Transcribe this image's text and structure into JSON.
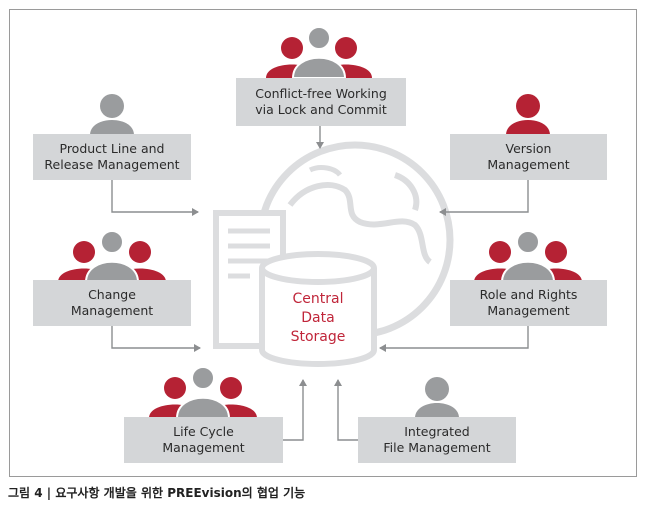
{
  "boxes": {
    "conflict": "Conflict-free Working\nvia Lock and Commit",
    "product_line": "Product Line and\nRelease Management",
    "version": "Version\nManagement",
    "change": "Change\nManagement",
    "role_rights": "Role and Rights\nManagement",
    "life_cycle": "Life Cycle\nManagement",
    "integrated_file": "Integrated\nFile Management"
  },
  "center": "Central\nData\nStorage",
  "caption": "그림 4 | 요구사항 개발을 위한 PREEvision의 협업 기능",
  "colors": {
    "red": "#b52234",
    "grey_person": "#9a9c9e",
    "box_bg": "#d4d6d8",
    "line": "#dcdddf",
    "arrow": "#8c8e90",
    "text_red": "#c0263a"
  }
}
